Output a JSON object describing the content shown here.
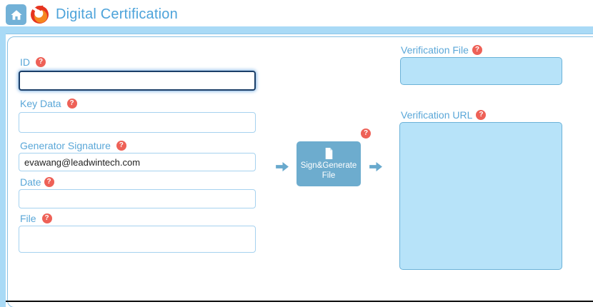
{
  "header": {
    "title": "Digital Certification"
  },
  "icons": {
    "help_glyph": "?"
  },
  "form": {
    "fields": [
      {
        "label": "ID",
        "value": ""
      },
      {
        "label": "Key Data",
        "value": ""
      },
      {
        "label": "Generator Signature",
        "value": "evawang@leadwintech.com"
      },
      {
        "label": "Date",
        "value": ""
      },
      {
        "label": "File",
        "value": ""
      }
    ]
  },
  "action": {
    "button_line1": "Sign&Generate",
    "button_line2": "File"
  },
  "output": {
    "verification_file_label": "Verification File",
    "verification_url_label": "Verification URL",
    "verification_file_value": "",
    "verification_url_value": ""
  },
  "colors": {
    "accent_blue": "#5aa7d8",
    "strip_blue": "#a9daf6",
    "button_blue": "#6dacce",
    "panel_border": "#86c0e3",
    "field_border": "#a6d2ef",
    "focused_field_border": "#1b3e68",
    "readonly_fill": "#b7e3f9",
    "readonly_border": "#6cb2d8",
    "help_red": "#ee6157"
  }
}
